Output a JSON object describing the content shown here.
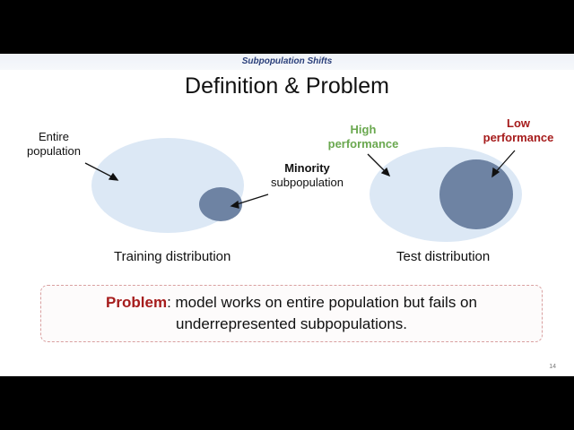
{
  "slide": {
    "section_title": "Subpopulation Shifts",
    "title": "Definition & Problem",
    "page_number": "14"
  },
  "training": {
    "entire_label_1": "Entire",
    "entire_label_2": "population",
    "minority_label_1": "Minority",
    "minority_label_2": "subpopulation",
    "caption": "Training distribution"
  },
  "test": {
    "high_label_1": "High",
    "high_label_2": "performance",
    "low_label_1": "Low",
    "low_label_2": "performance",
    "caption": "Test distribution"
  },
  "problem": {
    "keyword": "Problem",
    "text_line1": ": model works on entire population but fails on",
    "text_line2": "underrepresented subpopulations."
  },
  "colors": {
    "population": "#dce8f5",
    "subpopulation": "#6e83a3",
    "high": "#6aa84f",
    "low": "#a61c1c"
  }
}
